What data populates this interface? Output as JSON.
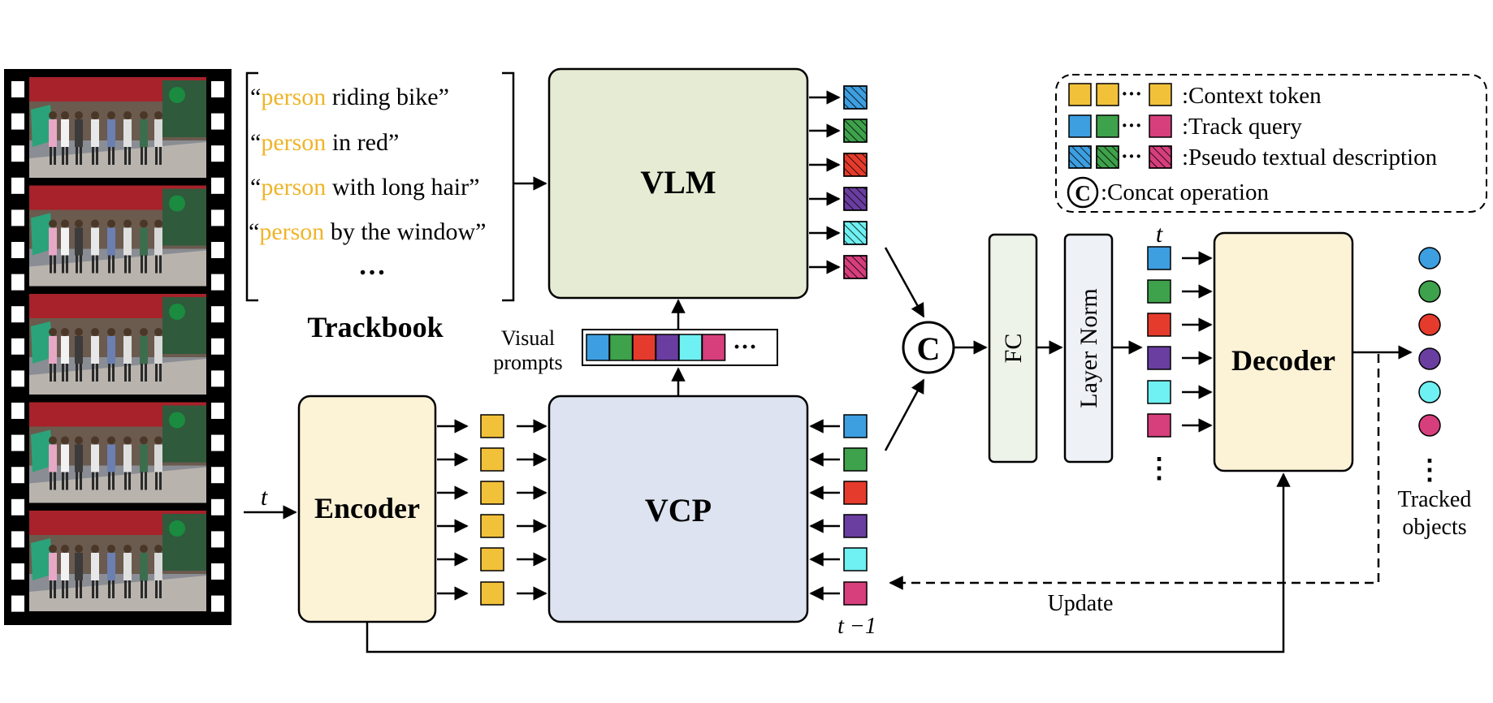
{
  "trackbook": {
    "title": "Trackbook",
    "open_quote": "“",
    "close_quote": "”",
    "keyword": "person",
    "items": [
      {
        "rest": " riding bike"
      },
      {
        "rest": " in red"
      },
      {
        "rest": " with long hair"
      },
      {
        "rest": " by the window"
      }
    ],
    "ellipsis": "…"
  },
  "blocks": {
    "vlm": "VLM",
    "vcp": "VCP",
    "encoder": "Encoder",
    "decoder": "Decoder",
    "fc": "FC",
    "layer_norm": "Layer Norm",
    "concat": "C"
  },
  "labels": {
    "visual_prompts_line1": "Visual",
    "visual_prompts_line2": "prompts",
    "t_input": "t",
    "t_minus_1": "t −1",
    "t_top": "t",
    "update": "Update",
    "tracked_line1": "Tracked",
    "tracked_line2": "objects",
    "prompt_ellipsis": "···",
    "column_ellipsis": "⋮"
  },
  "legend": {
    "context": ":Context token",
    "track": ":Track query",
    "pseudo": ":Pseudo textual description",
    "concat": ":Concat operation",
    "concat_symbol": "C",
    "dots": "···"
  },
  "colors": {
    "blue": "#3d9ee0",
    "green": "#3ea14b",
    "red": "#e53b2c",
    "purple": "#6a3da0",
    "cyan": "#6ff0f2",
    "pink": "#d63e7c",
    "yellow": "#f2c13a",
    "keyword": "#f0b429",
    "vlm_fill": "#e6ecd3",
    "vcp_fill": "#dde3f0",
    "encoder_fill": "#fcf2d6",
    "decoder_fill": "#fcf2d6",
    "fc_fill": "#eef3ea",
    "ln_fill": "#eef1f6"
  }
}
